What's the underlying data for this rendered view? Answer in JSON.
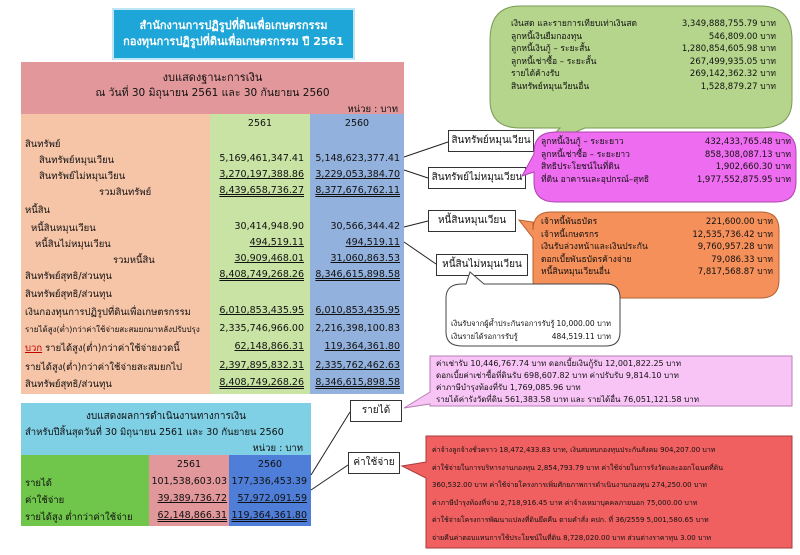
{
  "header": {
    "line1": "สำนักงานการปฏิรูปที่ดินเพื่อเกษตรกรรม",
    "line2": "กองทุนการปฏิรูปที่ดินเพื่อเกษตรกรรม  ปี 2561"
  },
  "balance": {
    "title": "งบแสดงฐานะการเงิน",
    "subtitle": "ณ  วันที่ 30 มิถุนายน 2561 และ 30 กันยายน 2560",
    "unit": "หน่วย : บาท",
    "col1": "2561",
    "col2": "2560",
    "rows": [
      {
        "label": "สินทรัพย์",
        "v1": "",
        "v2": ""
      },
      {
        "label": "สินทรัพย์หมุนเวียน",
        "v1": "5,169,461,347.41",
        "v2": "5,148,623,377.41"
      },
      {
        "label": "สินทรัพย์ไม่หมุนเวียน",
        "v1": "3,270,197,388.86",
        "v2": "3,229,053,384.70"
      },
      {
        "label": "รวมสินทรัพย์",
        "v1": "8,439,658,736.27",
        "v2": "8,377,676,762.11"
      },
      {
        "label": "หนี้สิน",
        "v1": "",
        "v2": ""
      },
      {
        "label": "หนี้สินหมุนเวียน",
        "v1": "30,414,948.90",
        "v2": "30,566,344.42"
      },
      {
        "label": "หนี้สินไม่หมุนเวียน",
        "v1": "494,519.11",
        "v2": "494,519.11"
      },
      {
        "label": "รวมหนี้สิน",
        "v1": "30,909,468.01",
        "v2": "31,060,863.53"
      },
      {
        "label": "สินทรัพย์สุทธิ/ส่วนทุน",
        "v1": "8,408,749,268.26",
        "v2": "8,346,615,898.58"
      },
      {
        "label": "สินทรัพย์สุทธิ/ส่วนทุน",
        "v1": "",
        "v2": ""
      },
      {
        "label": "เงินกองทุนการปฏิรูปที่ดินเพื่อเกษตรกรรม",
        "v1": "6,010,853,435.95",
        "v2": "6,010,853,435.95"
      },
      {
        "label": "รายได้สูง(ต่ำ)กว่าค่าใช้จ่ายสะสมยกมาหลังปรับปรุง",
        "v1": "2,335,746,966.00",
        "v2": "2,216,398,100.83"
      },
      {
        "label": "รายได้สูง(ต่ำ)กว่าค่าใช้จ่ายงวดนี้",
        "prefix": "บวก",
        "v1": "62,148,866.31",
        "v2": "119,364,361.80"
      },
      {
        "label": "รายได้สูง(ต่ำ)กว่าค่าใช้จ่ายสะสมยกไป",
        "v1": "2,397,895,832.31",
        "v2": "2,335,762,462.63"
      },
      {
        "label": "สินทรัพย์สุทธิ/ส่วนทุน",
        "v1": "8,408,749,268.26",
        "v2": "8,346,615,898.58"
      }
    ]
  },
  "performance": {
    "title": "งบแสดงผลการดำเนินงานทางการเงิน",
    "subtitle": "สำหรับปีสิ้นสุดวันที่  30 มิถุนายน 2561 และ 30 กันยายน 2560",
    "unit": "หน่วย : บาท",
    "col1": "2561",
    "col2": "2560",
    "rows": [
      {
        "label": "รายได้",
        "v1": "101,538,603.03",
        "v2": "177,336,453.39"
      },
      {
        "label": "ค่าใช้จ่าย",
        "v1": "39,389,736.72",
        "v2": "57,972,091.59"
      },
      {
        "label": "รายได้สูง ต่ำกว่าค่าใช้จ่าย",
        "v1": "62,148,866.31",
        "v2": "119,364,361.80"
      }
    ]
  },
  "tags": {
    "current_assets": "สินทรัพย์หมุนเวียน",
    "noncurrent_assets": "สินทรัพย์ไม่หมุนเวียน",
    "current_liab": "หนี้สินหมุนเวียน",
    "noncurrent_liab": "หนี้สินไม่หมุนเวียน",
    "revenue": "รายได้",
    "expense": "ค่าใช้จ่าย"
  },
  "current_assets_detail": [
    {
      "label": "เงินสด และรายการเทียบเท่าเงินสด",
      "value": "3,349,888,755.79 บาท"
    },
    {
      "label": "ลูกหนี้เงินยืมกองทุน",
      "value": "546,809.00 บาท"
    },
    {
      "label": "ลูกหนี้เงินกู้ – ระยะสั้น",
      "value": "1,280,854,605.98 บาท"
    },
    {
      "label": "ลูกหนี้เช่าซื้อ – ระยะสั้น",
      "value": "267,499,935.05 บาท"
    },
    {
      "label": "รายได้ค้างรับ",
      "value": "269,142,362.32 บาท"
    },
    {
      "label": "สินทรัพย์หมุนเวียนอื่น",
      "value": "1,528,879.27 บาท"
    }
  ],
  "noncurrent_assets_detail": [
    {
      "label": "ลูกหนี้เงินกู้ – ระยะยาว",
      "value": "432,433,765.48 บาท"
    },
    {
      "label": "ลูกหนี้เช่าซื้อ – ระยะยาว",
      "value": "858,308,087.13 บาท"
    },
    {
      "label": "สิทธิประโยชน์ในที่ดิน",
      "value": "1,902,660.30 บาท"
    },
    {
      "label": "ที่ดิน อาคารและอุปกรณ์–สุทธิ",
      "value": "1,977,552,875.95 บาท"
    }
  ],
  "current_liab_detail": [
    {
      "label": "เจ้าหนี้พันธบัตร",
      "value": "221,600.00 บาท"
    },
    {
      "label": "เจ้าหนี้เกษตรกร",
      "value": "12,535,736.42 บาท"
    },
    {
      "label": "เงินรับล่วงหน้าและเงินประกัน",
      "value": "9,760,957.28 บาท"
    },
    {
      "label": "ดอกเบี้ยพันธบัตรค้างจ่าย",
      "value": "79,086.33 บาท"
    },
    {
      "label": "หนี้สินหมุนเวียนอื่น",
      "value": "7,817,568.87 บาท"
    }
  ],
  "noncurrent_liab_detail": [
    {
      "label": "เงินรับจากผู้ค้ำประกันรอการรับรู้",
      "value": "10,000.00 บาท"
    },
    {
      "label": "เงินรายได้รอการรับรู้",
      "value": "484,519.11 บาท"
    }
  ],
  "revenue_detail": [
    "ค่าเช่ารับ 10,446,767.74 บาท ดอกเบี้ยเงินกู้รับ 12,001,822.25 บาท",
    "ดอกเบี้ยค่าเช่าซื้อที่ดินรับ  698,607.82 บาท  ค่าปรับรับ  9,814.10 บาท",
    "ค่าภาษีบำรุงท้องที่รับ  1,769,085.96 บาท",
    "รายได้ค่ารังวัดที่ดิน  561,383.58 บาท และ รายได้อื่น 76,051,121.58 บาท"
  ],
  "expense_detail": [
    "ค่าจ้างลูกจ้างชั่วคราว  18,472,433.83  บาท, เงินสมทบกองทุนประกันสังคม 904,207.00  บาท",
    "ค่าใช้จ่ายในการบริหารงานกองทุน 2,854,793.79 บาท ค่าใช้จ่ายในการรังวัดและออกโฉนดที่ดิน",
    "360,532.00  บาท  ค่าใช้จ่ายโครงการเพิ่มศักยภาพการดำเนินงานกองทุน  274,250.00  บาท",
    "ค่าภาษีบำรุงท้องที่จ่าย   2,718,916.45  บาท   ค่าจ้างเหมาบุคคลภายนอก  75,000.00  บาท",
    "ค่าใช้จ่ายโครงการพัฒนาแปลงที่ดินยึดคืน ตามคำสั่ง คปก. ที่ 36/2559   5,001,580.65  บาท",
    "จ่ายคืนค่าตอบแทนการใช้ประโยชน์ในที่ดิน  8,728,020.00  บาท    ส่วนต่างราคาทุน   3.00  บาท"
  ],
  "colors": {
    "salmon": "#e2979a",
    "green": "#c8e3a4",
    "blue": "#93b1dd",
    "cyan": "#7fcfe5",
    "bright_green": "#6fc64a",
    "dark_blue": "#4f7ed8",
    "bubble_green": "#b5d58c",
    "bubble_magenta": "#ee6cf0",
    "bubble_orange": "#f5905a",
    "bubble_pink": "#f7c4f5",
    "bubble_red": "#f06060"
  }
}
